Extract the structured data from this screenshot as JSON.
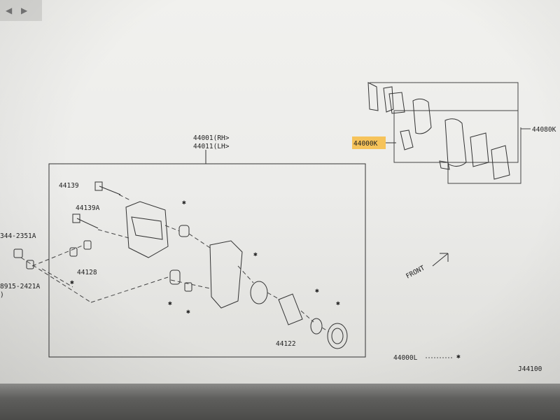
{
  "toolbar": {
    "back_icon": "arrow-left-icon",
    "forward_icon": "arrow-right-icon"
  },
  "labels": {
    "caliper_rh": "44001(RH>",
    "caliper_lh": "44011(LH>",
    "pin_bolt": "44139",
    "pin_bolt_a": "44139A",
    "bleeder": "44128",
    "left_bolt_1": "344-2351A",
    "left_bolt_2": "8915-2421A",
    "left_paren": ")",
    "piston": "44122",
    "pad_kit_left": "44000K",
    "pad_kit_right": "44080K",
    "caliper_assy": "44000L",
    "diagram_code": "J44100",
    "front": "FRONT"
  },
  "highlight_color": "#f6c35a"
}
